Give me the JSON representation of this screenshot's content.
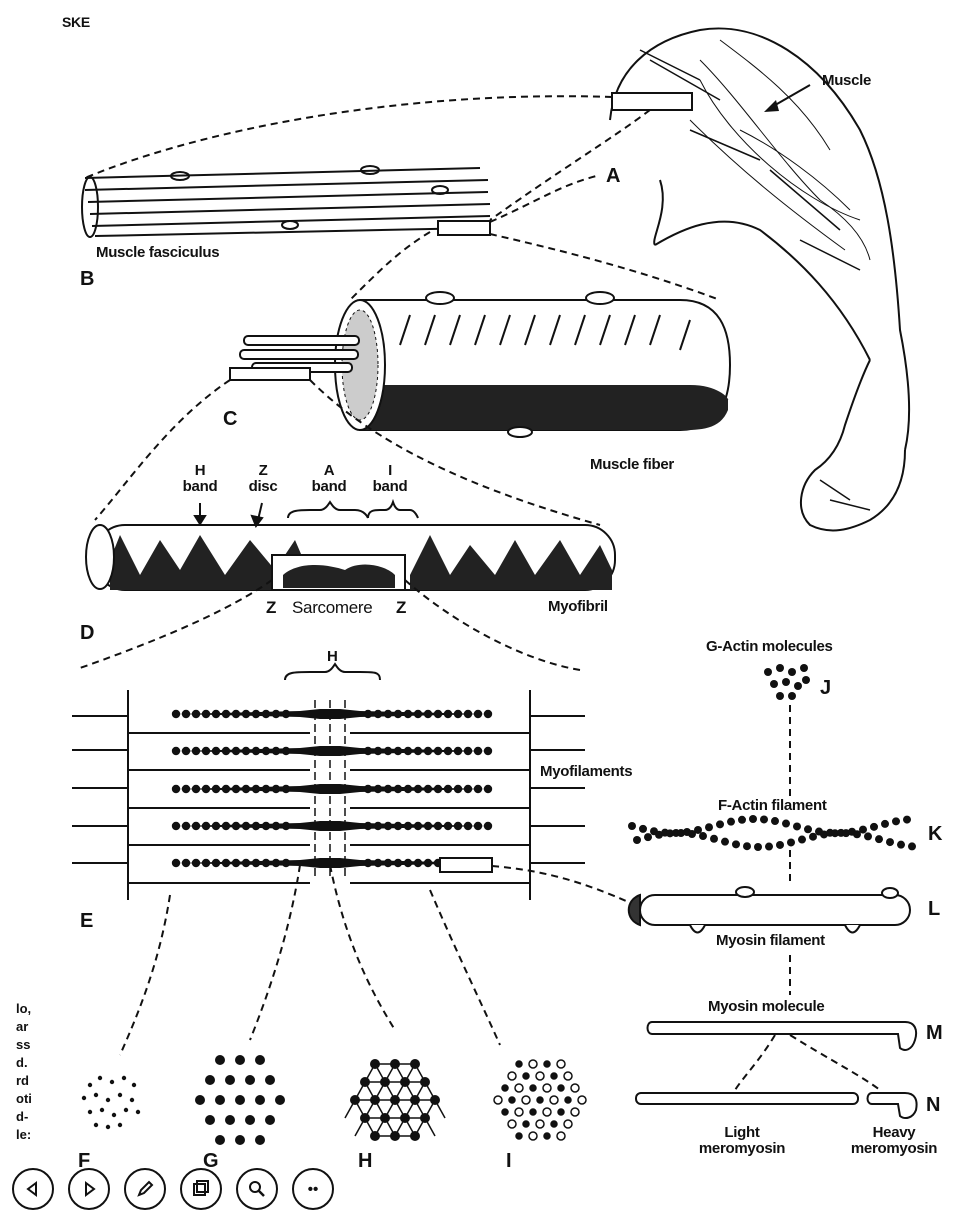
{
  "page": {
    "corner_label": "SKE"
  },
  "labels": {
    "muscle": "Muscle",
    "A": "A",
    "muscle_fasciculus": "Muscle fasciculus",
    "B": "B",
    "C": "C",
    "muscle_fiber": "Muscle fiber",
    "h_band_top": "H",
    "h_band_bottom": "band",
    "z_disc_top": "Z",
    "z_disc_bottom": "disc",
    "a_band_top": "A",
    "a_band_bottom": "band",
    "i_band_top": "I",
    "i_band_bottom": "band",
    "z_left": "Z",
    "sarcomere": "Sarcomere",
    "z_right": "Z",
    "myofibril": "Myofibril",
    "D": "D",
    "H_bracket": "H",
    "myofilaments": "Myofilaments",
    "E": "E",
    "g_actin": "G-Actin molecules",
    "J": "J",
    "f_actin": "F-Actin filament",
    "K": "K",
    "L": "L",
    "myosin_filament": "Myosin filament",
    "myosin_molecule": "Myosin molecule",
    "M": "M",
    "N": "N",
    "light_top": "Light",
    "light_bottom": "meromyosin",
    "heavy_top": "Heavy",
    "heavy_bottom": "meromyosin",
    "F": "F",
    "G": "G",
    "H": "H",
    "I": "I"
  },
  "cropped_text": [
    "lo,",
    "ar",
    "ss",
    "d.",
    "rd",
    "oti",
    "d-",
    "le:"
  ],
  "toolbar": {
    "prev_icon": "chevron-left-icon",
    "next_icon": "chevron-right-icon",
    "pen_icon": "pen-icon",
    "gallery_icon": "gallery-icon",
    "zoom_icon": "magnifier-icon",
    "more_icon": "more-dots-icon",
    "more_label": "••"
  }
}
